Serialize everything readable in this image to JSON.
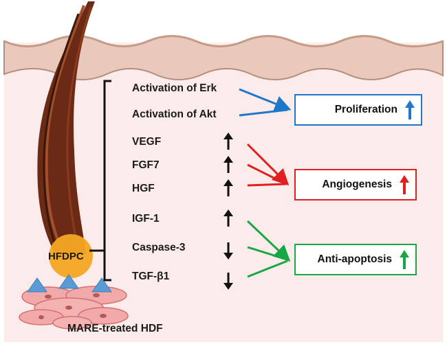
{
  "colors": {
    "skin_top": "#e8c9bb",
    "skin_edge": "#b58d7c",
    "dermis": "#fbeceb",
    "hair_dark": "#4a1d10",
    "hair_mid": "#8a3a1f",
    "hfdpc": "#f5a623",
    "triangle": "#5b9bd5",
    "cells": "#f1a9a9",
    "blue": "#1f77c9",
    "red": "#e02020",
    "green": "#17a845",
    "arrow_black": "#111111"
  },
  "factors": [
    {
      "label": "Activation of Erk",
      "direction": "",
      "target": "proliferation"
    },
    {
      "label": "Activation of Akt",
      "direction": "",
      "target": "proliferation"
    },
    {
      "label": "VEGF",
      "direction": "up",
      "target": "angiogenesis"
    },
    {
      "label": "FGF7",
      "direction": "up",
      "target": "angiogenesis"
    },
    {
      "label": "HGF",
      "direction": "up",
      "target": "angiogenesis"
    },
    {
      "label": "IGF-1",
      "direction": "up",
      "target": "anti-apoptosis"
    },
    {
      "label": "Caspase-3",
      "direction": "down",
      "target": "anti-apoptosis"
    },
    {
      "label": "TGF-β1",
      "direction": "down",
      "target": "anti-apoptosis"
    }
  ],
  "outcomes": {
    "proliferation": {
      "label": "Proliferation",
      "direction": "up",
      "color": "#1f77c9"
    },
    "angiogenesis": {
      "label": "Angiogenesis",
      "direction": "up",
      "color": "#e02020"
    },
    "anti_apoptosis": {
      "label": "Anti-apoptosis",
      "direction": "up",
      "color": "#17a845"
    }
  },
  "hfdpc_label": "HFDPC",
  "hdf_label": "MARE-treated HDF",
  "arrow_up_glyph": "🠕",
  "arrow_down_glyph": "🠗"
}
